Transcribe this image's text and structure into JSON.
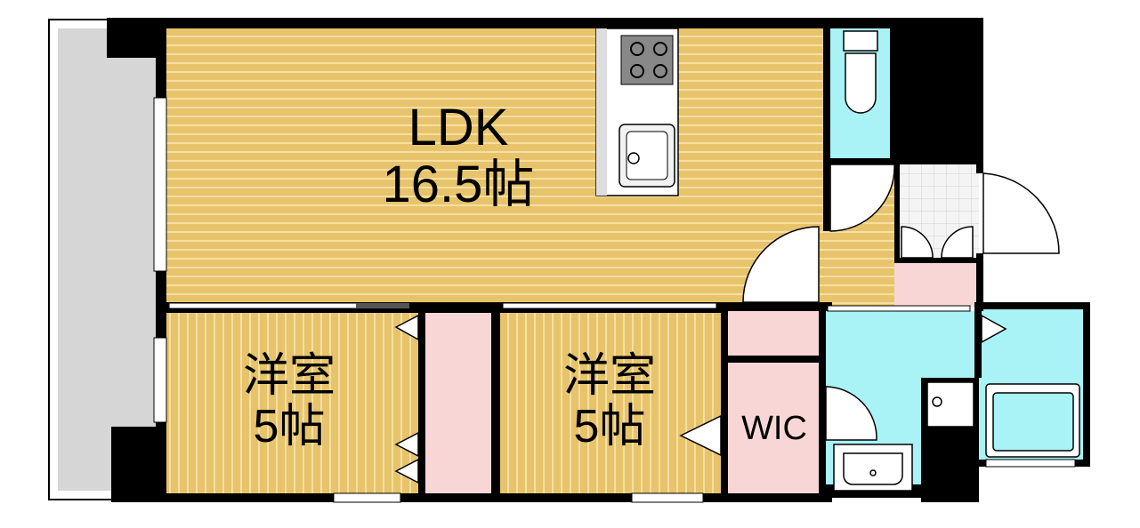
{
  "rooms": {
    "ldk": {
      "name": "LDK",
      "size": "16.5帖"
    },
    "bedroom1": {
      "name": "洋室",
      "size": "5帖"
    },
    "bedroom2": {
      "name": "洋室",
      "size": "5帖"
    },
    "wic": {
      "name": "WIC"
    }
  },
  "colors": {
    "wood": "#e7c46b",
    "wood_stripe": "#f6dfa3",
    "wet": "#a9f2f6",
    "storage": "#f9d6d6",
    "tile": "#f1f1f1",
    "balcony": "#d6d6d6",
    "wall": "#000000"
  }
}
